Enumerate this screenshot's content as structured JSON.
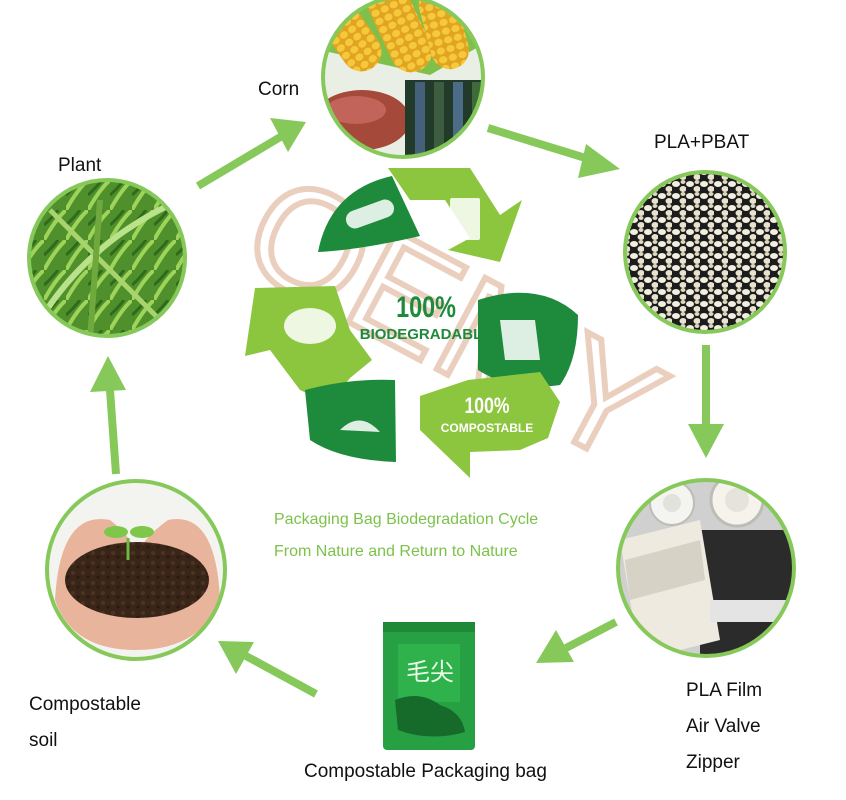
{
  "colors": {
    "ring": "#86c95a",
    "arrow": "#86c95a",
    "recycle_light": "#8cc63f",
    "recycle_dark": "#1e8a3c",
    "text_green": "#7cc24a",
    "watermark": "#e7c7b4"
  },
  "nodes": [
    {
      "id": "corn",
      "label": "Corn"
    },
    {
      "id": "pla-pbat",
      "label": "PLA+PBAT"
    },
    {
      "id": "film",
      "label_lines": [
        "PLA Film",
        "Air Valve",
        "Zipper"
      ]
    },
    {
      "id": "bag",
      "label": "Compostable Packaging bag"
    },
    {
      "id": "soil",
      "label_lines": [
        "Compostable",
        "soil"
      ]
    },
    {
      "id": "plant",
      "label": "Plant"
    }
  ],
  "center": {
    "badge_biodegradable": {
      "percent": "100%",
      "word": "BIODEGRADABLE"
    },
    "badge_compostable": {
      "percent": "100%",
      "word": "COMPOSTABLE"
    },
    "caption_lines": [
      "Packaging Bag Biodegradation Cycle",
      "From Nature and Return to Nature"
    ]
  },
  "watermark": "OEMY",
  "bag_text": "毛尖",
  "icons": [
    "corn-photo",
    "sweet-potato-photo",
    "sugarcane-photo",
    "pla-pellets-photo",
    "air-valve-photo",
    "film-roll-photo",
    "green-tea-bag-photo",
    "soil-seedling-photo",
    "corn-plant-photo",
    "recycle-icon"
  ]
}
